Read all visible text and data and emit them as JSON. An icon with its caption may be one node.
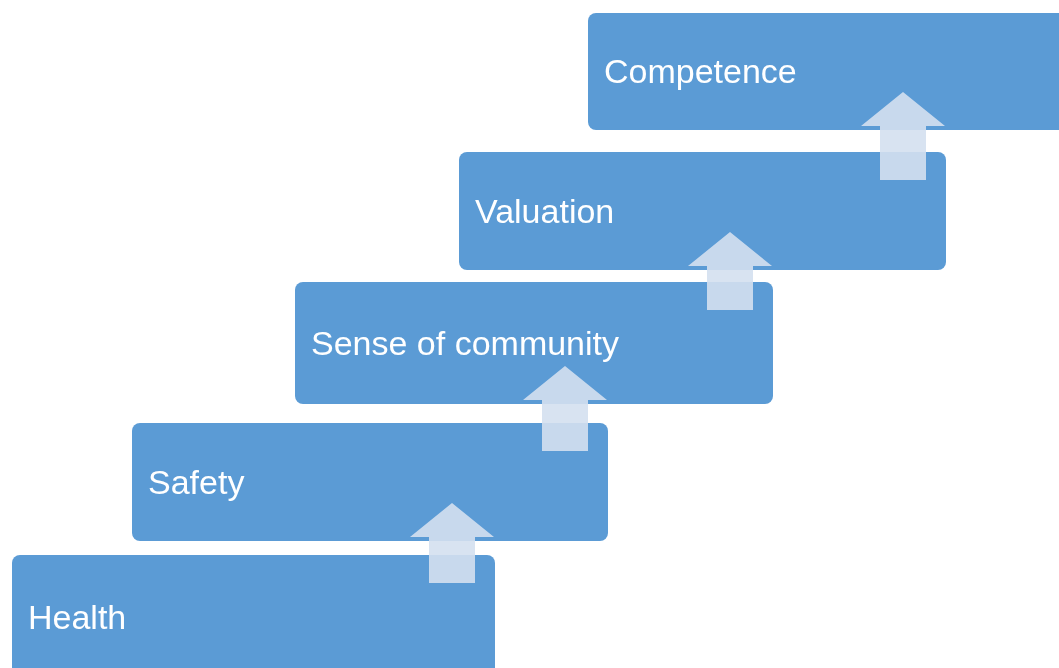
{
  "diagram": {
    "nodes": [
      {
        "text": [
          "Health"
        ]
      },
      {
        "text": [
          "Safety"
        ]
      },
      {
        "text": [
          "Sense of community"
        ]
      },
      {
        "text": [
          "Valuation"
        ]
      },
      {
        "text": [
          "Competence"
        ]
      }
    ],
    "edges": [
      {
        "from": 0,
        "to": 1,
        "arrow": "to"
      },
      {
        "from": 1,
        "to": 2,
        "arrow": "to"
      },
      {
        "from": 2,
        "to": 3,
        "arrow": "to"
      },
      {
        "from": 3,
        "to": 4,
        "arrow": "to"
      }
    ]
  }
}
